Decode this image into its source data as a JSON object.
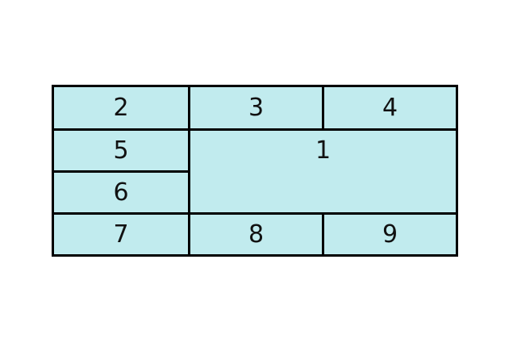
{
  "colors": {
    "cell_fill": "#c1ebee",
    "border": "#000000",
    "text": "#111111"
  },
  "cells": {
    "c1": "1",
    "c2": "2",
    "c3": "3",
    "c4": "4",
    "c5": "5",
    "c6": "6",
    "c7": "7",
    "c8": "8",
    "c9": "9"
  }
}
